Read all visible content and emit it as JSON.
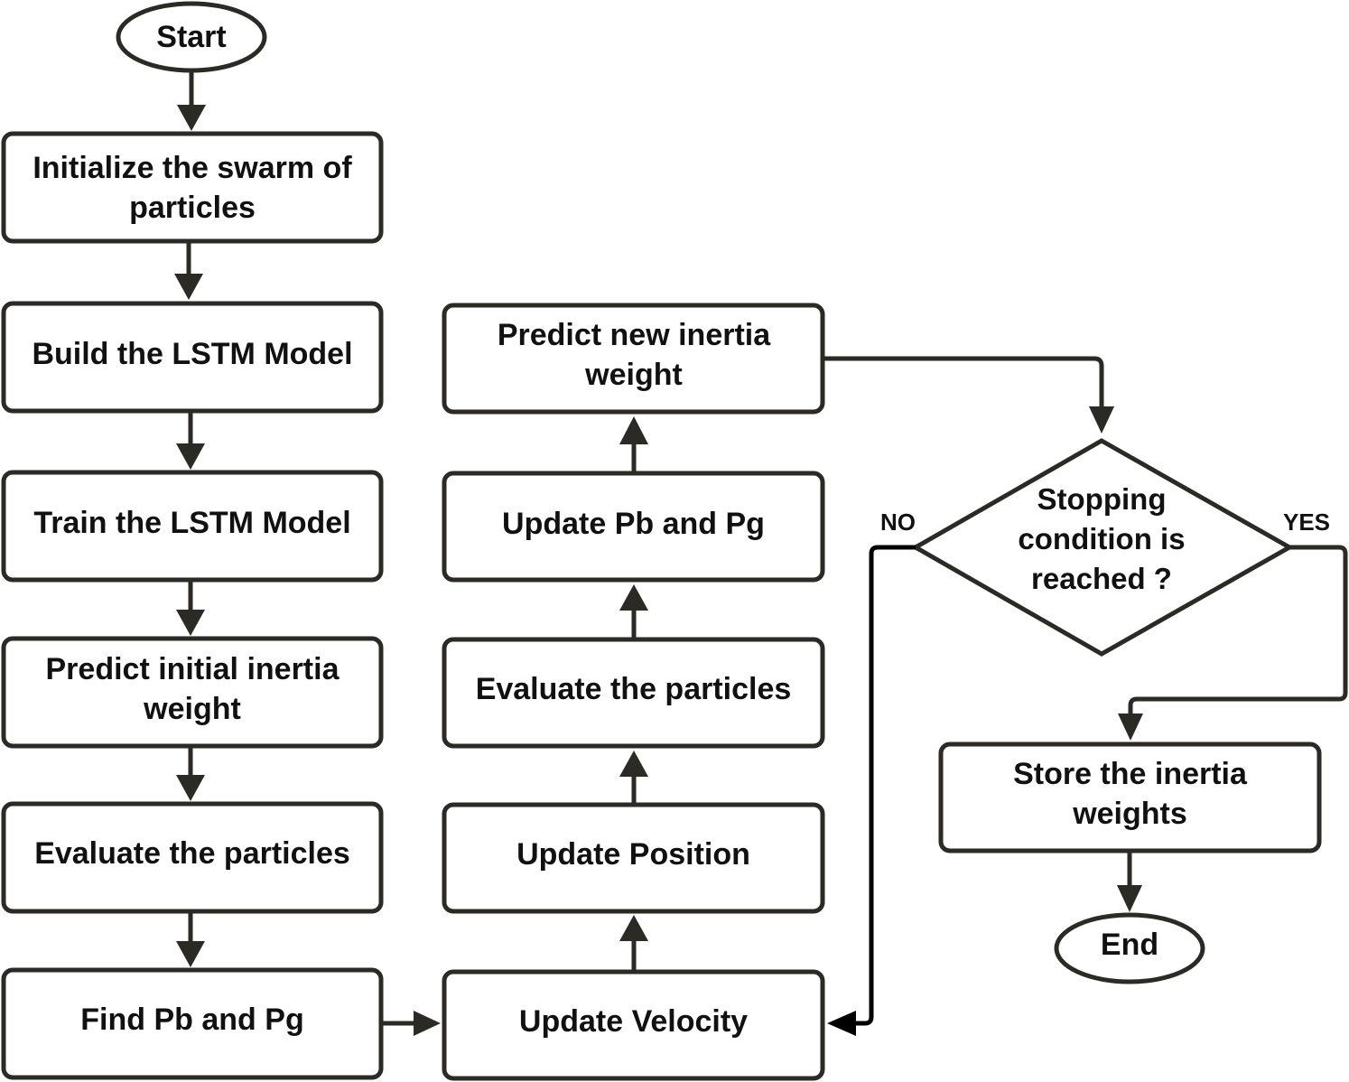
{
  "nodes": {
    "start": "Start",
    "init_swarm": "Initialize the swarm of particles",
    "build_lstm": "Build the LSTM Model",
    "train_lstm": "Train the LSTM Model",
    "predict_initial": "Predict initial inertia weight",
    "evaluate_1": "Evaluate the particles",
    "find_pb_pg": "Find Pb and Pg",
    "update_velocity": "Update Velocity",
    "update_position": "Update Position",
    "evaluate_2": "Evaluate the particles",
    "update_pb_pg": "Update Pb and Pg",
    "predict_new": "Predict new inertia weight",
    "stopping": "Stopping condition is reached ?",
    "store_weights": "Store the inertia weights",
    "end": "End"
  },
  "edge_labels": {
    "no": "NO",
    "yes": "YES"
  }
}
